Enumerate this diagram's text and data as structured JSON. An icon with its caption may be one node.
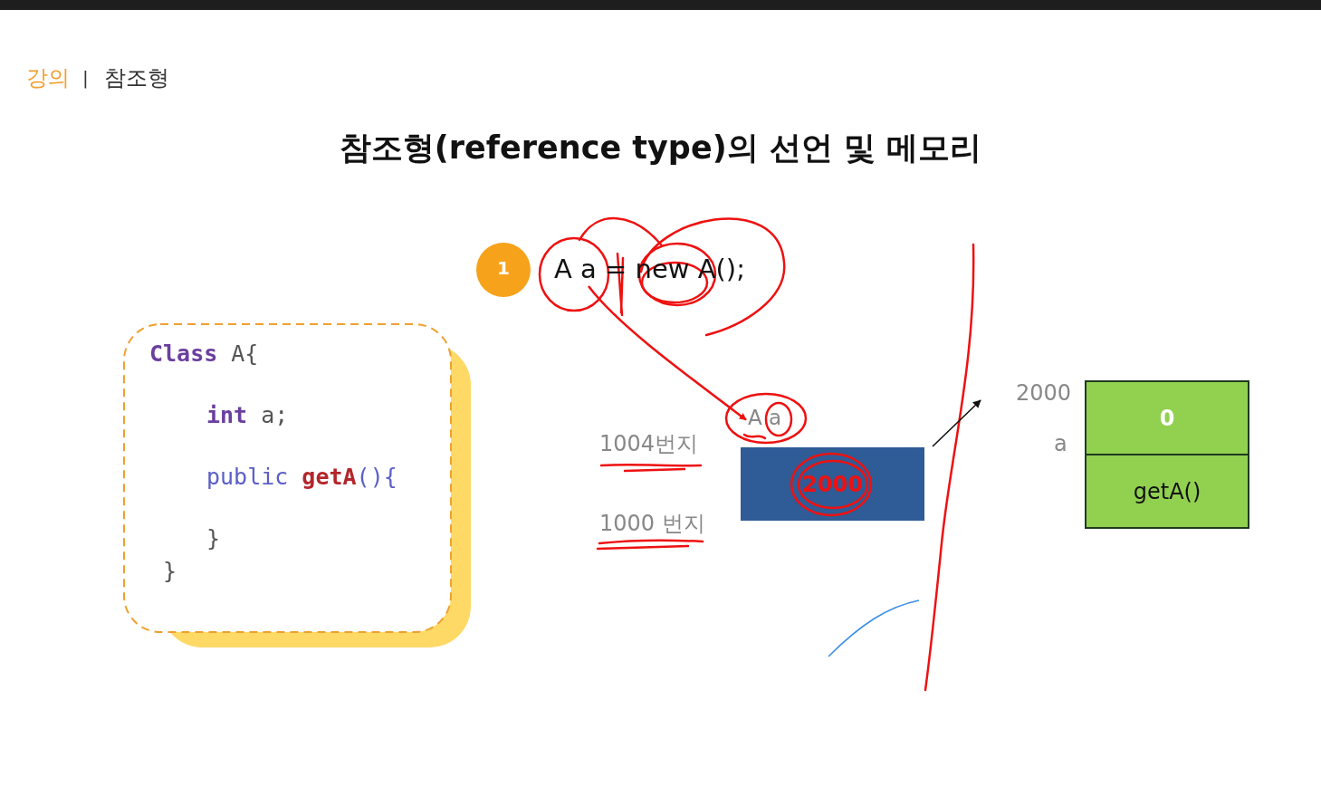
{
  "diagram": {
    "title": "참조형(reference type)의 선언 및 메모리",
    "nodes": [
      {
        "text": [
          "**Class** A{",
          "**int** a;",
          "public **getA**(){",
          "}",
          "}"
        ]
      },
      {
        "text": [
          "A a = new A();"
        ]
      },
      {
        "text": [
          "A a"
        ]
      },
      {
        "text": [
          "2000"
        ]
      },
      {
        "text": [
          "0"
        ]
      },
      {
        "text": [
          "getA()"
        ]
      }
    ],
    "edges": [
      {
        "from": 1,
        "to": 2,
        "arrow": "to",
        "color": "#ee1111"
      },
      {
        "from": 3,
        "to": null,
        "arrow": "to",
        "color": "#111111"
      }
    ],
    "labels": [
      "강의",
      "|",
      "참조형",
      "1",
      "1004번지",
      "1000 번지",
      "2000",
      "a"
    ]
  }
}
